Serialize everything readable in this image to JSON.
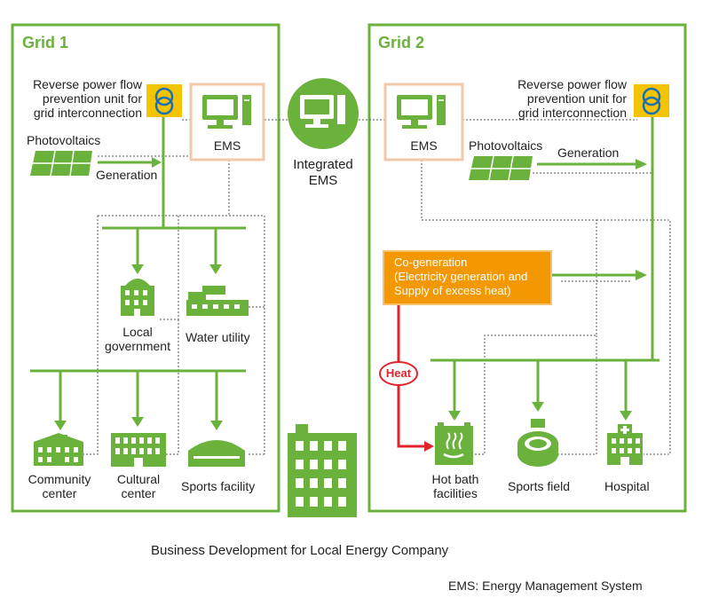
{
  "grid1": {
    "title": "Grid 1",
    "reverse_flow_unit": [
      "Reverse power flow",
      "prevention unit for",
      "grid interconnection"
    ],
    "ems": "EMS",
    "photovoltaics": "Photovoltaics",
    "generation": "Generation",
    "local_government": [
      "Local",
      "government"
    ],
    "water_utility": "Water utility",
    "community_center": [
      "Community",
      "center"
    ],
    "cultural_center": [
      "Cultural",
      "center"
    ],
    "sports_facility": "Sports facility"
  },
  "integrated_ems": [
    "Integrated",
    "EMS"
  ],
  "grid2": {
    "title": "Grid 2",
    "reverse_flow_unit": [
      "Reverse power flow",
      "prevention unit for",
      "grid interconnection"
    ],
    "ems": "EMS",
    "photovoltaics": "Photovoltaics",
    "generation": "Generation",
    "cogeneration": [
      "Co-generation",
      "(Electricity generation and",
      "Supply of excess heat)"
    ],
    "heat": "Heat",
    "hot_bath": [
      "Hot bath",
      "facilities"
    ],
    "sports_field": "Sports field",
    "hospital": "Hospital"
  },
  "caption": "Business Development for Local Energy Company",
  "footnote": "EMS: Energy Management System",
  "colors": {
    "green": "#6ab23c",
    "orange": "#f39800",
    "red": "#e0242c",
    "ems_border": "#f2c9a8"
  }
}
